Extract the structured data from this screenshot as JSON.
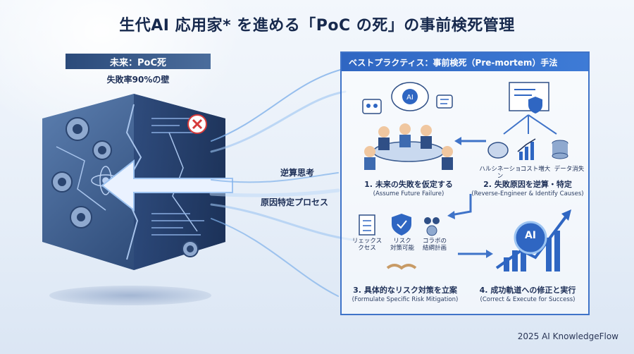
{
  "title": "生代AI 応用家* を進める「PoC の死」の事前検死管理",
  "left": {
    "label": "未来：PoC死",
    "sublabel": "失敗率90%の壁"
  },
  "flows": {
    "reverse_thinking": "逆算思考",
    "root_cause_process": "原因特定プロセス"
  },
  "panel": {
    "header": "ベストプラクティス：事前検死（Pre-mortem）手法",
    "step1": {
      "title": "1. 未来の失敗を仮定する",
      "en": "(Assume Future Failure)"
    },
    "step2": {
      "title": "2. 失敗原因を逆算・特定",
      "en": "(Reverse-Engineer & Identify Causes)"
    },
    "step3": {
      "title": "3. 具体的なリスク対策を立案",
      "en": "(Formulate Specific Risk Mitigation)"
    },
    "step4": {
      "title": "4. 成功軌道への修正と実行",
      "en": "(Correct & Execute for Success)"
    },
    "causes": [
      "ハルシネーション",
      "コスト増大",
      "データ消失"
    ],
    "measures": [
      "リェックス\nクセス",
      "リスク\n対策可能",
      "コラボの\n結綱計画"
    ],
    "ai_badge": "AI"
  },
  "footer": "2025 AI KnowledgeFlow",
  "colors": {
    "accent": "#2f66c2",
    "dark_navy": "#17294d",
    "error": "#d63a3a"
  }
}
